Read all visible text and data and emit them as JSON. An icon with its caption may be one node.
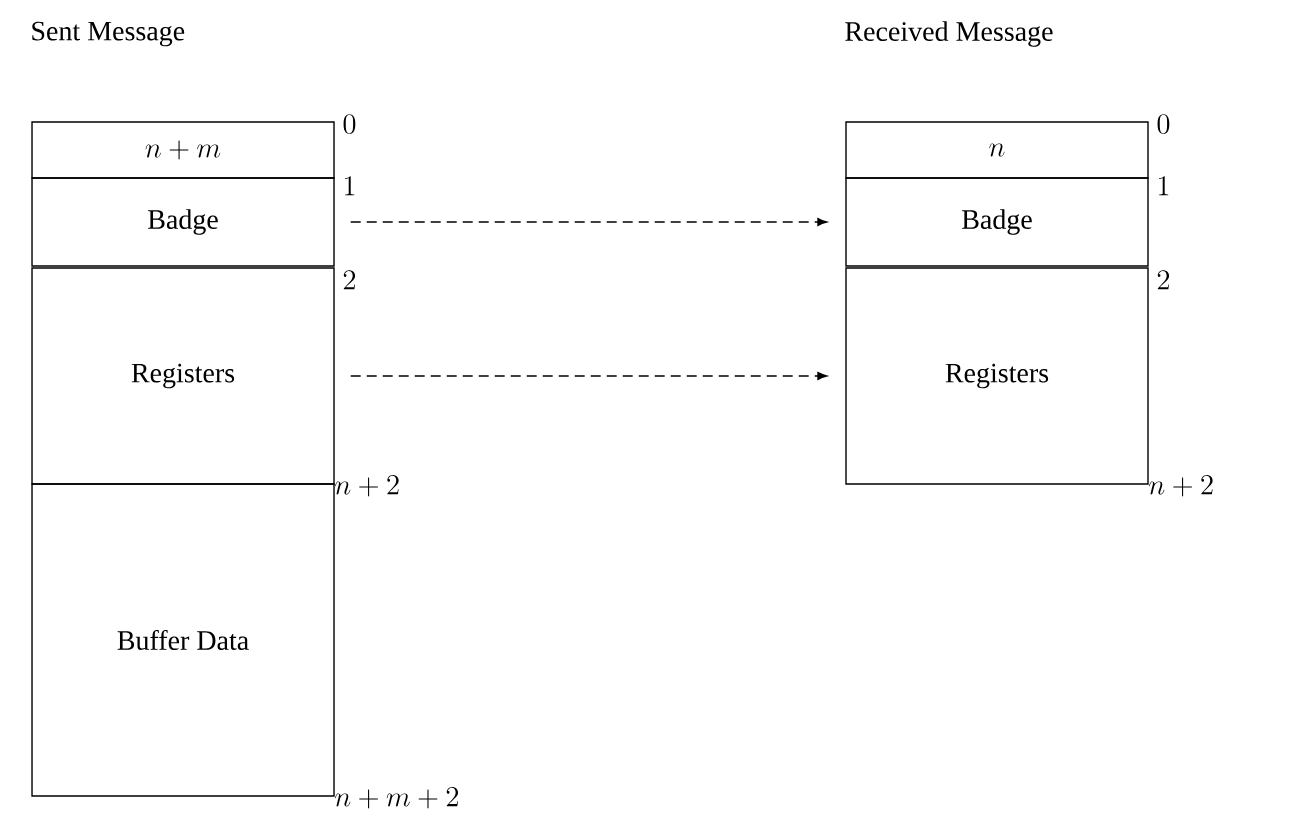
{
  "diagram": {
    "nodes": [
      {
        "text": [
          "n+m"
        ]
      },
      {
        "text": [
          "Badge"
        ]
      },
      {
        "text": [
          "Registers"
        ]
      },
      {
        "text": [
          "Buffer Data"
        ]
      },
      {
        "text": [
          "n"
        ]
      },
      {
        "text": [
          "Badge"
        ]
      },
      {
        "text": [
          "Registers"
        ]
      }
    ],
    "edges": [
      {
        "from": 1,
        "to": 5,
        "arrow": "to",
        "style": "dashed"
      },
      {
        "from": 2,
        "to": 6,
        "arrow": "to",
        "style": "dashed"
      }
    ],
    "labels": [
      "Sent Message",
      "Received Message",
      "0",
      "1",
      "2",
      "n+2",
      "n+m+2",
      "0",
      "1",
      "2",
      "n+2"
    ]
  }
}
